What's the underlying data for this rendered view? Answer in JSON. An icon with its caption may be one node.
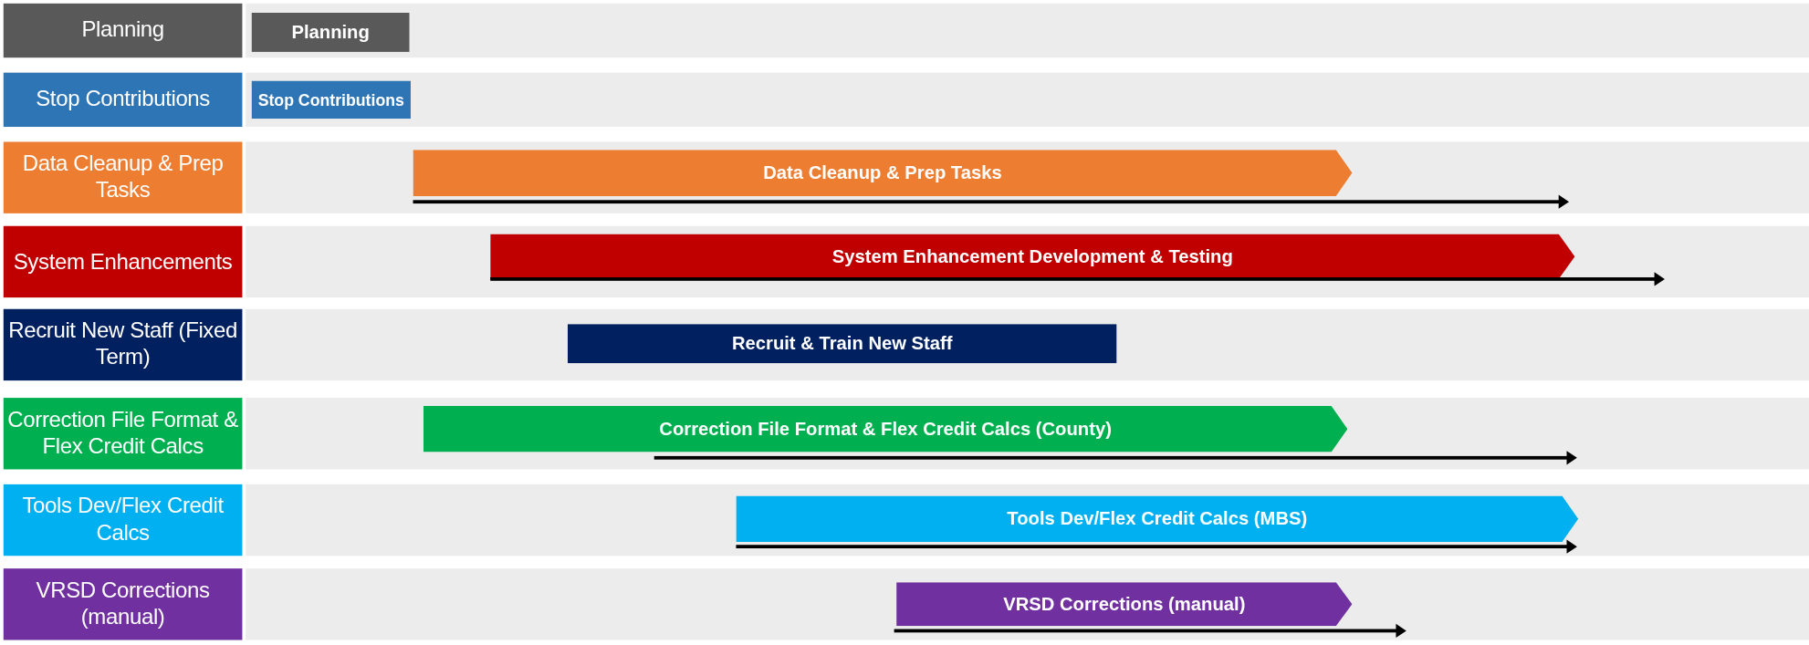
{
  "diagram": {
    "nodes": [
      {
        "text": [
          "Planning"
        ]
      },
      {
        "text": [
          "Planning"
        ]
      },
      {
        "text": [
          "Stop Contributions"
        ]
      },
      {
        "text": [
          "Stop Contributions"
        ]
      },
      {
        "text": [
          "Data Cleanup & Prep Tasks"
        ]
      },
      {
        "text": [
          "Data Cleanup & Prep Tasks"
        ]
      },
      {
        "text": [
          "System Enhancements"
        ]
      },
      {
        "text": [
          "System Enhancement Development & Testing"
        ]
      },
      {
        "text": [
          "Recruit New Staff (Fixed Term)"
        ]
      },
      {
        "text": [
          "Recruit & Train New Staff"
        ]
      },
      {
        "text": [
          "Correction File Format & Flex Credit Calcs"
        ]
      },
      {
        "text": [
          "Correction File Format & Flex Credit Calcs (County)"
        ]
      },
      {
        "text": [
          "Tools Dev/Flex Credit Calcs"
        ]
      },
      {
        "text": [
          "Tools Dev/Flex Credit Calcs (MBS)"
        ]
      },
      {
        "text": [
          "VRSD Corrections (manual)"
        ]
      },
      {
        "text": [
          "VRSD Corrections (manual)"
        ]
      }
    ],
    "edges": []
  }
}
